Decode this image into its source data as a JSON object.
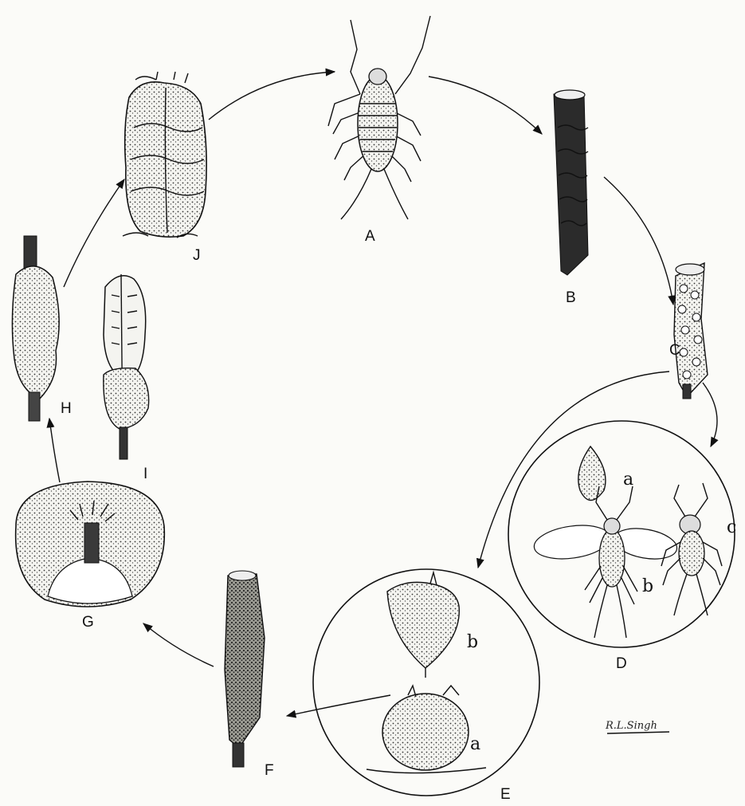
{
  "labels": {
    "A": "A",
    "B": "B",
    "C": "C",
    "D": "D",
    "E": "E",
    "F": "F",
    "G": "G",
    "H": "H",
    "I": "I",
    "J": "J"
  },
  "sub_labels": {
    "D_a": "a",
    "D_b": "b",
    "D_c": "c",
    "E_a": "a",
    "E_b": "b"
  },
  "signature": "R.L.Singh",
  "colors": {
    "ink": "#111111",
    "paper": "#fbfbf8"
  }
}
